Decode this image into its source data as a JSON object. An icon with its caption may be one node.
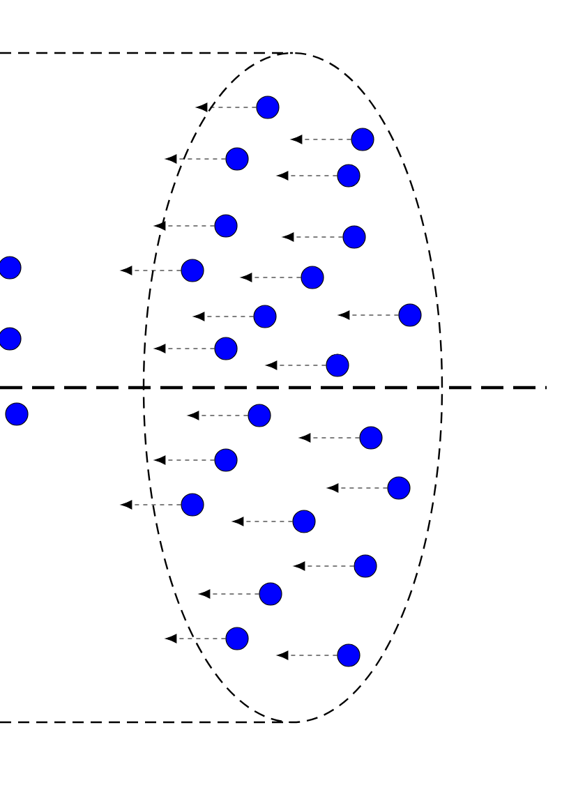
{
  "diagram": {
    "nodes": [
      {
        "text": [],
        "shape": "circle"
      },
      {
        "text": [],
        "shape": "circle"
      },
      {
        "text": [],
        "shape": "circle"
      },
      {
        "text": [],
        "shape": "circle"
      },
      {
        "text": [],
        "shape": "circle"
      },
      {
        "text": [],
        "shape": "circle"
      },
      {
        "text": [],
        "shape": "circle"
      },
      {
        "text": [],
        "shape": "circle"
      },
      {
        "text": [],
        "shape": "circle"
      },
      {
        "text": [],
        "shape": "circle"
      },
      {
        "text": [],
        "shape": "circle"
      },
      {
        "text": [],
        "shape": "circle"
      },
      {
        "text": [],
        "shape": "circle"
      },
      {
        "text": [],
        "shape": "circle"
      },
      {
        "text": [],
        "shape": "circle"
      },
      {
        "text": [],
        "shape": "circle"
      },
      {
        "text": [],
        "shape": "circle"
      },
      {
        "text": [],
        "shape": "circle"
      },
      {
        "text": [],
        "shape": "circle"
      },
      {
        "text": [],
        "shape": "circle"
      },
      {
        "text": [],
        "shape": "circle"
      },
      {
        "text": [],
        "shape": "circle"
      },
      {
        "text": [],
        "shape": "circle"
      },
      {
        "text": [],
        "shape": "circle"
      },
      {
        "text": [],
        "shape": "circle"
      }
    ],
    "edges": [
      {
        "from": 0,
        "to": null,
        "arrow": "to"
      },
      {
        "from": 1,
        "to": null,
        "arrow": "to"
      },
      {
        "from": 2,
        "to": null,
        "arrow": "to"
      },
      {
        "from": 3,
        "to": null,
        "arrow": "to"
      },
      {
        "from": 4,
        "to": null,
        "arrow": "to"
      },
      {
        "from": 5,
        "to": null,
        "arrow": "to"
      },
      {
        "from": 7,
        "to": null,
        "arrow": "to"
      },
      {
        "from": 8,
        "to": null,
        "arrow": "to"
      },
      {
        "from": 9,
        "to": null,
        "arrow": "to"
      },
      {
        "from": 10,
        "to": null,
        "arrow": "to"
      },
      {
        "from": 12,
        "to": null,
        "arrow": "to"
      },
      {
        "from": 13,
        "to": null,
        "arrow": "to"
      },
      {
        "from": 15,
        "to": null,
        "arrow": "to"
      },
      {
        "from": 16,
        "to": null,
        "arrow": "to"
      },
      {
        "from": 17,
        "to": null,
        "arrow": "to"
      },
      {
        "from": 18,
        "to": null,
        "arrow": "to"
      },
      {
        "from": 19,
        "to": null,
        "arrow": "to"
      },
      {
        "from": 20,
        "to": null,
        "arrow": "to"
      },
      {
        "from": 21,
        "to": null,
        "arrow": "to"
      },
      {
        "from": 22,
        "to": null,
        "arrow": "to"
      },
      {
        "from": 23,
        "to": null,
        "arrow": "to"
      },
      {
        "from": 24,
        "to": null,
        "arrow": "to"
      }
    ]
  }
}
